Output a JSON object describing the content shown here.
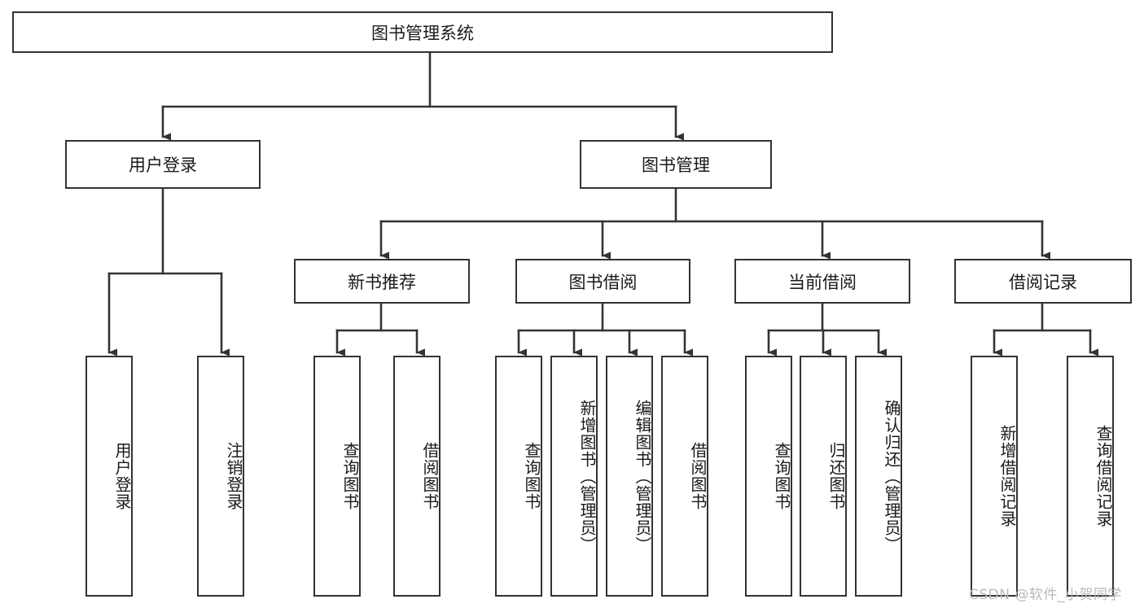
{
  "diagram": {
    "title": "图书管理系统",
    "watermark": "CSDN @软件_小贺同学",
    "colors": {
      "stroke": "#333333",
      "box_fill": "#ffffff",
      "text": "#1a1a1a",
      "watermark": "#b9b9b9",
      "background": "#ffffff"
    },
    "root": {
      "label": "图书管理系统"
    },
    "level2": [
      {
        "label": "用户登录"
      },
      {
        "label": "图书管理"
      }
    ],
    "level3": [
      {
        "label": "新书推荐"
      },
      {
        "label": "图书借阅"
      },
      {
        "label": "当前借阅"
      },
      {
        "label": "借阅记录"
      }
    ],
    "leaves": [
      {
        "label": "用户登录",
        "parent": "用户登录"
      },
      {
        "label": "注销登录",
        "parent": "用户登录"
      },
      {
        "label": "查询图书",
        "parent": "新书推荐"
      },
      {
        "label": "借阅图书",
        "parent": "新书推荐"
      },
      {
        "label": "查询图书",
        "parent": "图书借阅"
      },
      {
        "label": "新增图书（管理员）",
        "parent": "图书借阅"
      },
      {
        "label": "编辑图书（管理员）",
        "parent": "图书借阅"
      },
      {
        "label": "借阅图书",
        "parent": "图书借阅"
      },
      {
        "label": "查询图书",
        "parent": "当前借阅"
      },
      {
        "label": "归还图书",
        "parent": "当前借阅"
      },
      {
        "label": "确认归还（管理员）",
        "parent": "当前借阅"
      },
      {
        "label": "新增借阅记录",
        "parent": "借阅记录"
      },
      {
        "label": "查询借阅记录",
        "parent": "借阅记录"
      }
    ]
  }
}
